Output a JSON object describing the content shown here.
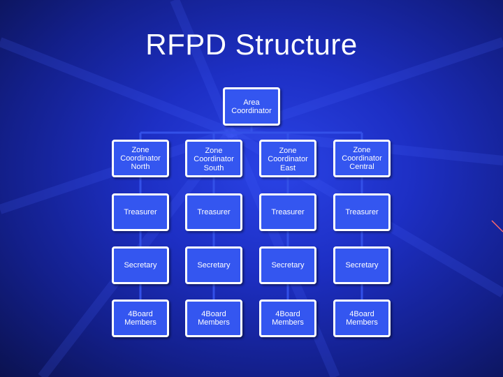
{
  "slide": {
    "title": "RFPD Structure"
  },
  "org_chart": {
    "root": {
      "line1": "Area",
      "line2": "Coordinator"
    },
    "columns": [
      {
        "zone": {
          "line1": "Zone",
          "line2": "Coordinator",
          "line3": "North"
        },
        "treasurer": "Treasurer",
        "secretary": "Secretary",
        "board": {
          "line1": "4Board",
          "line2": "Members"
        }
      },
      {
        "zone": {
          "line1": "Zone",
          "line2": "Coordinator",
          "line3": "South"
        },
        "treasurer": "Treasurer",
        "secretary": "Secretary",
        "board": {
          "line1": "4Board",
          "line2": "Members"
        }
      },
      {
        "zone": {
          "line1": "Zone",
          "line2": "Coordinator",
          "line3": "East"
        },
        "treasurer": "Treasurer",
        "secretary": "Secretary",
        "board": {
          "line1": "4Board",
          "line2": "Members"
        }
      },
      {
        "zone": {
          "line1": "Zone",
          "line2": "Coordinator",
          "line3": "Central"
        },
        "treasurer": "Treasurer",
        "secretary": "Secretary",
        "board": {
          "line1": "4Board",
          "line2": "Members"
        }
      }
    ]
  },
  "colors": {
    "box_fill": "#3456f0",
    "box_border": "#ffffff",
    "connector": "#3350e8",
    "background": "#1d2fc4"
  }
}
